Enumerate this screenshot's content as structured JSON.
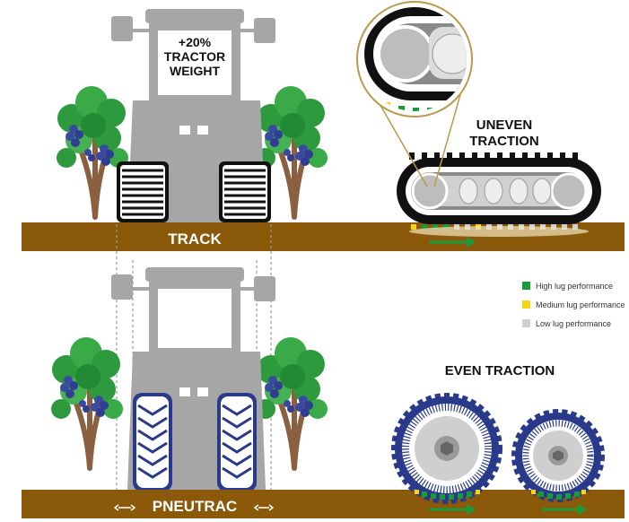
{
  "top_panel": {
    "weight_line1": "+20%",
    "weight_line2": "TRACTOR",
    "weight_line3": "WEIGHT",
    "ground_label": "TRACK",
    "traction_line1": "UNEVEN",
    "traction_line2": "TRACTION"
  },
  "bottom_panel": {
    "ground_label": "PNEUTRAC",
    "traction_label": "EVEN TRACTION"
  },
  "legend": {
    "items": [
      {
        "label": "High lug performance",
        "color": "#1a9a3a"
      },
      {
        "label": "Medium lug performance",
        "color": "#f2d41a"
      },
      {
        "label": "Low lug performance",
        "color": "#d0d0d0"
      }
    ]
  },
  "colors": {
    "ground": "#8a5a0a",
    "tractor": "#a6a6a6",
    "tire_blue": "#2a3a8a",
    "arrow_green": "#1a9a3a",
    "track_black": "#111111",
    "vine_leaf": "#2e9a3e",
    "grape": "#3a4aa0",
    "trunk": "#8a6040"
  },
  "icons": [
    "vine-plant-icon",
    "tractor-icon",
    "track-icon",
    "tire-icon",
    "arrow-right-icon",
    "magnifier-icon"
  ]
}
